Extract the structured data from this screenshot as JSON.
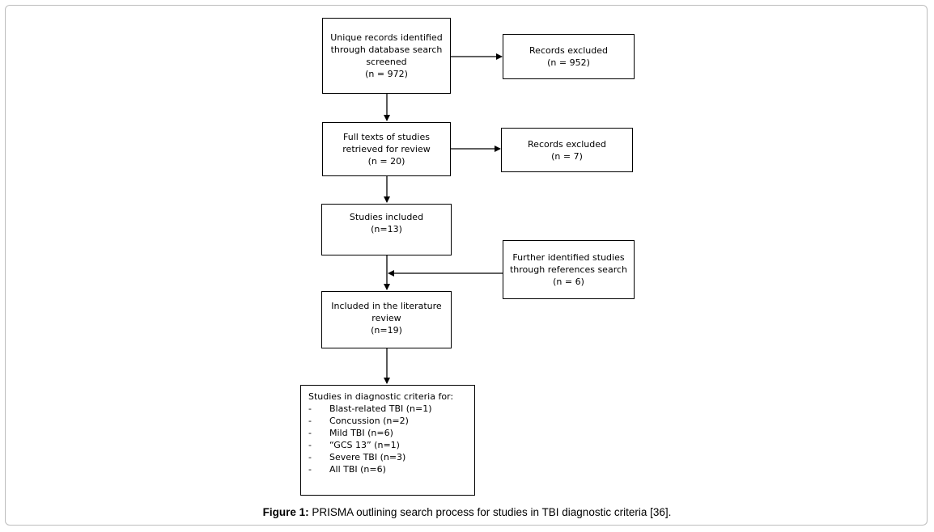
{
  "boxes": {
    "identified": {
      "lines": [
        "Unique records identified",
        "through database search",
        "screened",
        "(n = 972)"
      ]
    },
    "excluded1": {
      "lines": [
        "Records excluded",
        "(n = 952)"
      ]
    },
    "fulltext": {
      "lines": [
        "Full texts of studies",
        "retrieved for review",
        "(n = 20)"
      ]
    },
    "excluded2": {
      "lines": [
        "Records excluded",
        "(n = 7)"
      ]
    },
    "included": {
      "lines": [
        "Studies included",
        "(n=13)"
      ]
    },
    "further": {
      "lines": [
        "Further identified studies",
        "through references search",
        "(n = 6)"
      ]
    },
    "review": {
      "lines": [
        "Included in the literature",
        "review",
        "(n=19)"
      ]
    },
    "criteria": {
      "heading": "Studies in diagnostic criteria for:",
      "items": [
        {
          "bullet": "-",
          "text": "Blast-related TBI (n=1)"
        },
        {
          "bullet": "-",
          "text": "Concussion (n=2)"
        },
        {
          "bullet": "-",
          "text": "Mild TBI (n=6)"
        },
        {
          "bullet": "-",
          "text": "“GCS 13” (n=1)"
        },
        {
          "bullet": "-",
          "text": "Severe TBI (n=3)"
        },
        {
          "bullet": "-",
          "text": "All TBI (n=6)"
        }
      ]
    }
  },
  "caption": {
    "label": "Figure 1:",
    "text": " PRISMA outlining search process for studies in TBI diagnostic criteria [36]."
  }
}
